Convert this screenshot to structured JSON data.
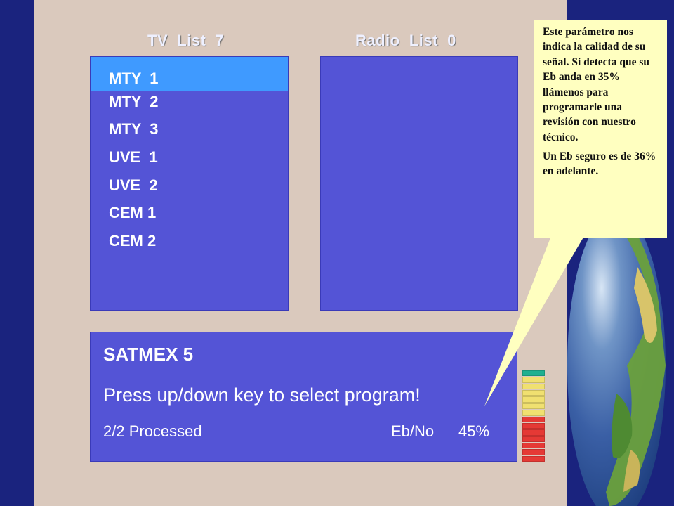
{
  "tv_list": {
    "title": "TV  List  7",
    "items": [
      "MTY  1",
      "MTY  2",
      "MTY  3",
      "UVE  1",
      "UVE  2",
      "CEM 1",
      "CEM 2"
    ],
    "selected_index": 0
  },
  "radio_list": {
    "title": "Radio  List  0",
    "items": []
  },
  "status": {
    "satellite": "SATMEX 5",
    "instruction": "Press up/down key to select program!",
    "processed": "2/2 Processed",
    "ebno_label": "Eb/No",
    "ebno_value": "45%"
  },
  "signal_meter": {
    "segments": 14,
    "filled_fraction": 1.0,
    "colors": {
      "top": "#20b090",
      "mid": "#f0e070",
      "low": "#e53935"
    }
  },
  "tooltip": {
    "paragraph1": "Este parámetro nos indica la calidad de su señal.   Si detecta que su Eb anda en 35% llámenos para programarle una revisión con nuestro técnico.",
    "paragraph2": "Un Eb seguro es de 36% en adelante."
  },
  "colors": {
    "panel_bg": "#dac9bd",
    "list_bg": "#5454d6",
    "highlight": "#3f9aff",
    "screen_edge": "#1a237e"
  }
}
